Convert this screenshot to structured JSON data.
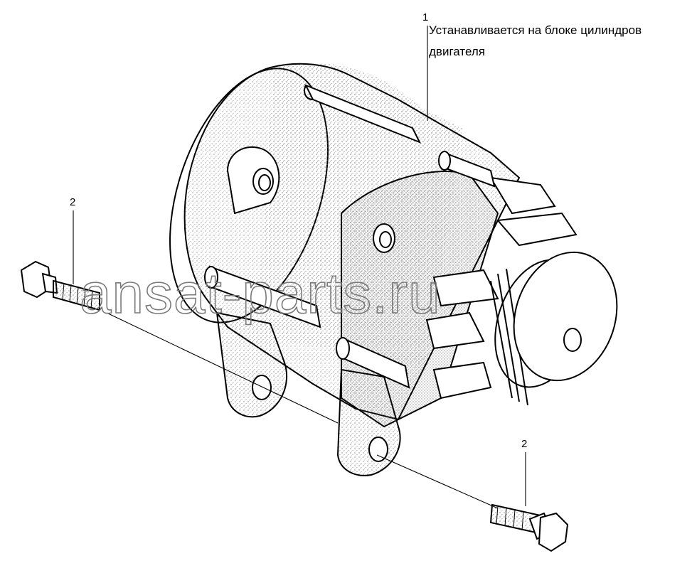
{
  "callouts": [
    {
      "number": "1",
      "note_line1": "Устанавливается на блоке цилиндров",
      "note_line2": "двигателя"
    },
    {
      "number": "2"
    },
    {
      "number": "2"
    }
  ],
  "watermark": "ansat-parts.ru",
  "colors": {
    "ink": "#000000",
    "paper": "#ffffff",
    "watermark": "#7a7a7a"
  }
}
